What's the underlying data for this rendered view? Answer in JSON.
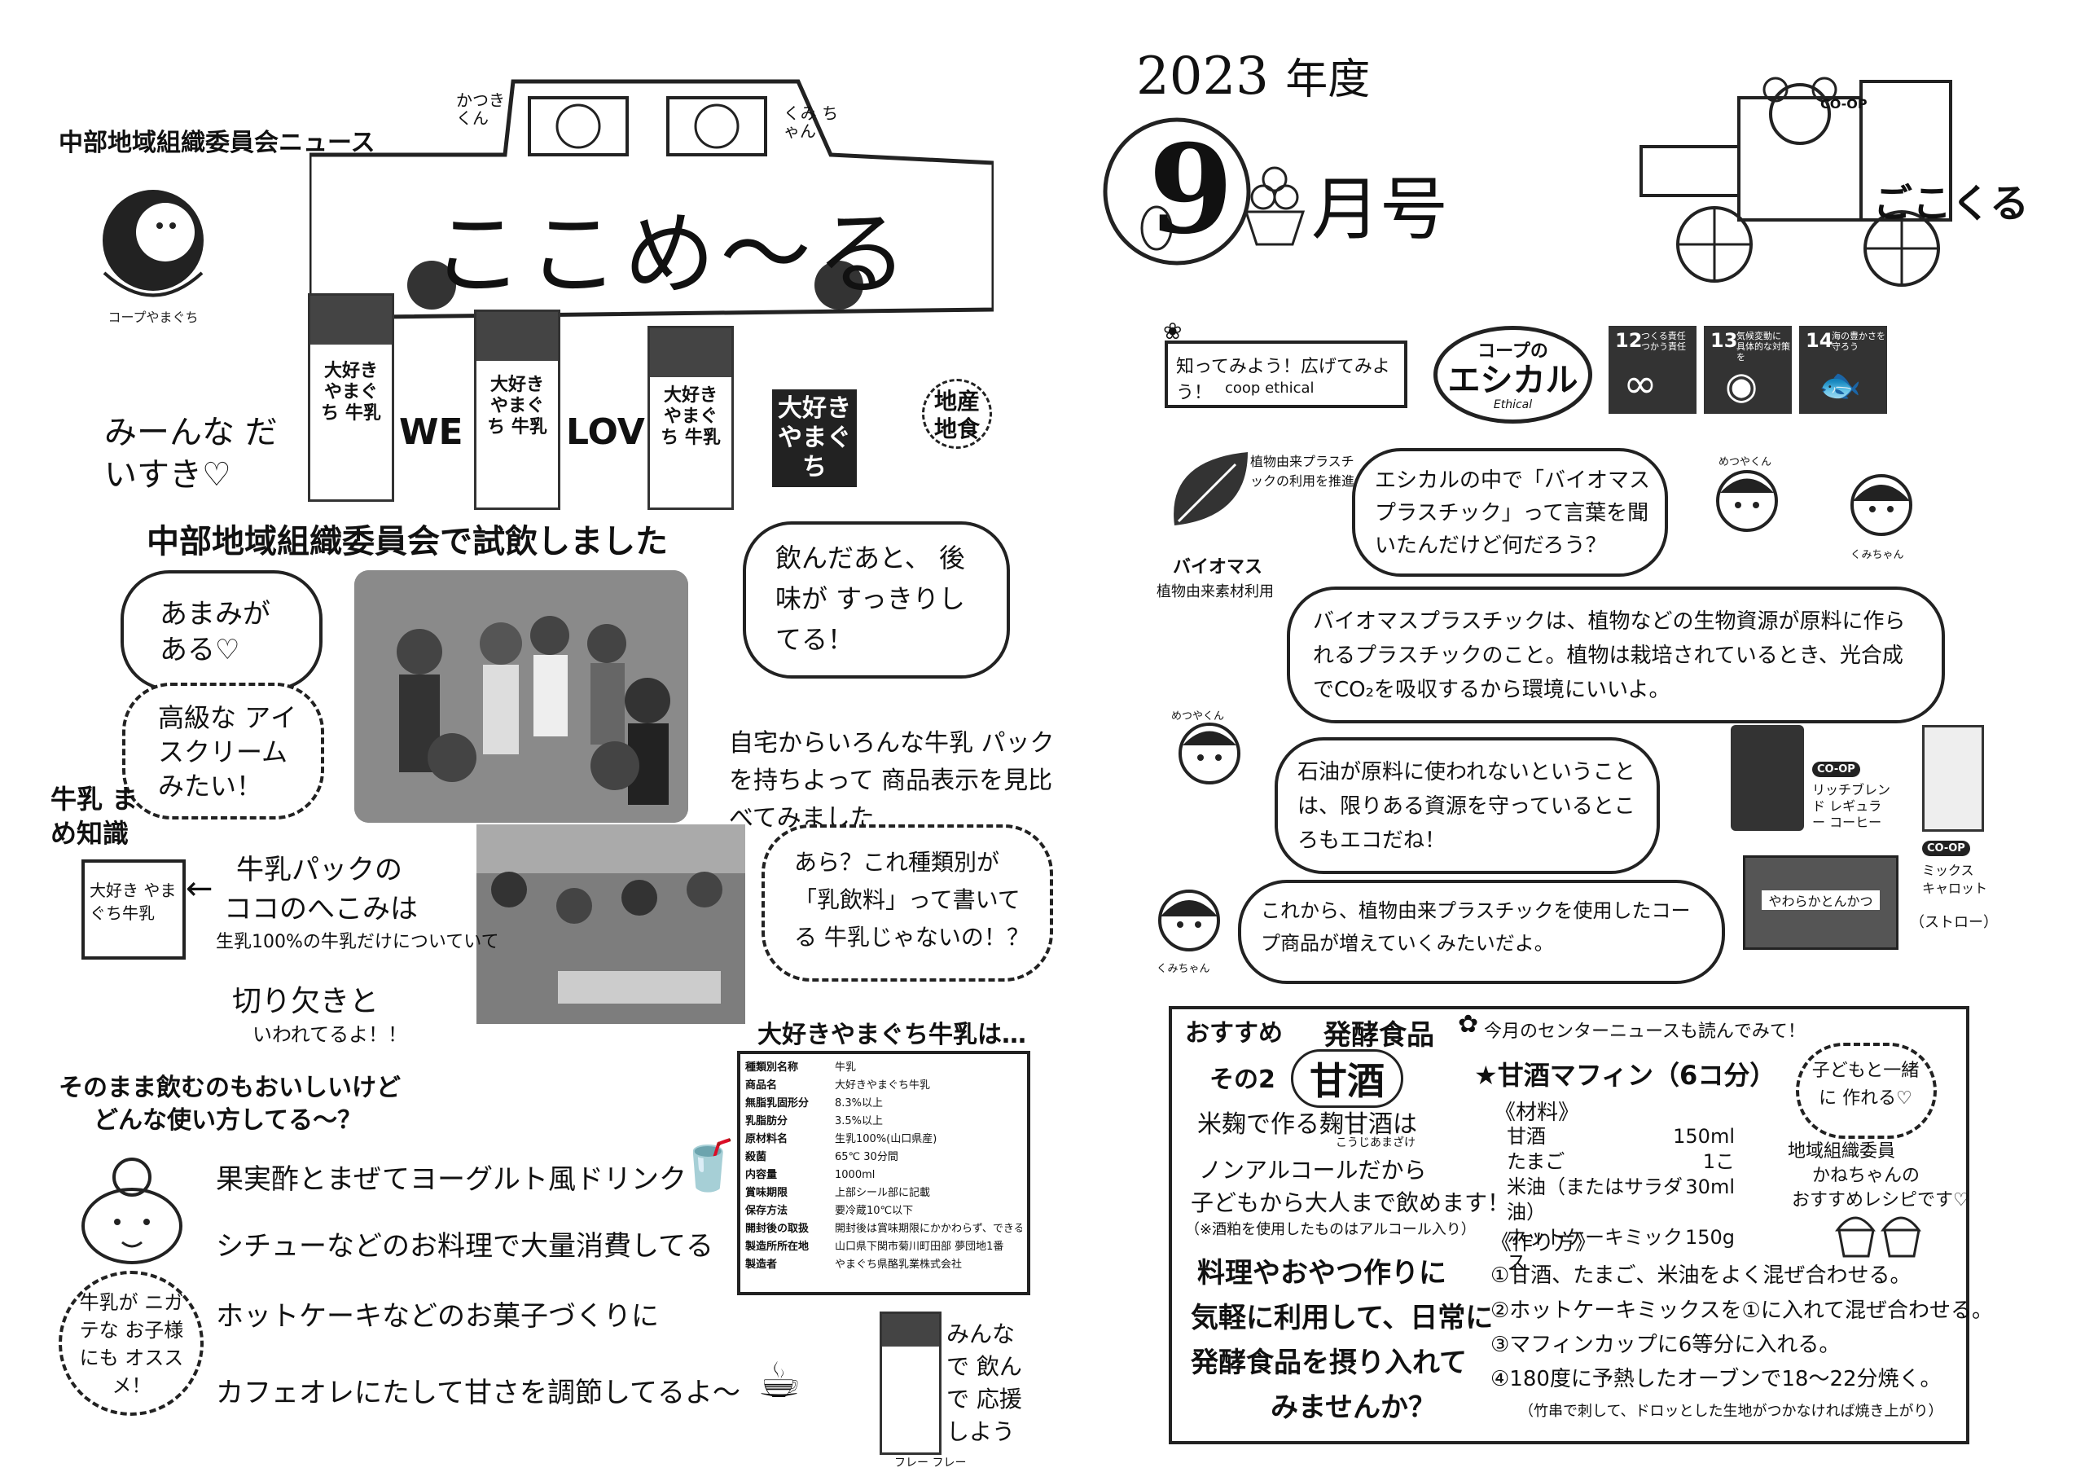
{
  "header": {
    "committee_news": "中部地域組織委員会ニュース",
    "title": "ここめ～る",
    "katsuki_label": "かつき くん",
    "kumi_label": "くみ ちゃん",
    "year": "2023",
    "year_suffix": "年度",
    "month": "9",
    "month_suffix": "月号",
    "truck_logo": "ごこくる",
    "truck_coop": "CO-OP"
  },
  "left": {
    "love_text": "みーんな だいすき♡",
    "we": "WE",
    "love": "LOVE",
    "carton_label": "大好き やまぐち 牛乳",
    "daisuki_badge": "大好き やまぐち",
    "chisan_badge": "地産 地食",
    "tasting_heading": "中部地域組織委員会で試飲しました",
    "bubble_sweet": "あまみが ある♡",
    "bubble_icecream": "高級な アイスクリーム みたい！",
    "bubble_aftertaste": "飲んだあと、 後味が すっきりしてる！",
    "compare_text": "自宅からいろんな牛乳 パックを持ちよって 商品表示を見比べてみました",
    "bubble_type": "あら？これ種類別が 「乳飲料」って書いてる 牛乳じゃないの！？",
    "mame_title": "牛乳 まめ知識",
    "mame_carton": "大好き やまぐち牛乳",
    "mame_line1": "牛乳パックの",
    "mame_line2": "ココのへこみは",
    "mame_line3": "生乳100%の牛乳だけについていて",
    "mame_line4": "切り欠きと",
    "mame_line5": "いわれてるよ！！",
    "label_heading": "大好きやまぐち牛乳は…",
    "label_rows": [
      [
        "種類別名称",
        "牛乳"
      ],
      [
        "商品名",
        "大好きやまぐち牛乳"
      ],
      [
        "無脂乳固形分",
        "8.3%以上"
      ],
      [
        "乳脂肪分",
        "3.5%以上"
      ],
      [
        "原材料名",
        "生乳100%(山口県産)"
      ],
      [
        "殺菌",
        "65℃ 30分間"
      ],
      [
        "内容量",
        "1000ml"
      ],
      [
        "賞味期限",
        "上部シール部に記載"
      ],
      [
        "保存方法",
        "要冷蔵10℃以下"
      ],
      [
        "開封後の取扱",
        "開封後は賞味期限にかかわらず、できるだけ早くお飲みください。"
      ],
      [
        "製造所所在地",
        "山口県下関市菊川町田部 夢団地1番"
      ],
      [
        "製造者",
        "やまぐち県酪乳業株式会社"
      ]
    ],
    "usage_heading1": "そのまま飲むのもおいしいけど",
    "usage_heading2": "どんな使い方してる～？",
    "usage_items": [
      "果実酢とまぜてヨーグルト風ドリンク",
      "シチューなどのお料理で大量消費してる",
      "ホットケーキなどのお菓子づくりに",
      "カフェオレにたして甘さを調節してるよ～"
    ],
    "bubble_kids": "牛乳が ニガテな お子様にも オススメ！",
    "cheer": "みんなで 飲んで 応援しよう",
    "fure": "フレー フレー"
  },
  "right": {
    "shitte_text": "知ってみよう！広げてみよう！",
    "coop_ethical": "coop ethical",
    "ethical_logo1": "コープの",
    "ethical_logo2": "エシカル",
    "ethical_logo3": "Ethical",
    "sdgs": [
      {
        "num": "12",
        "text": "つくる責任 つかう責任"
      },
      {
        "num": "13",
        "text": "気候変動に 具体的な対策を"
      },
      {
        "num": "14",
        "text": "海の豊かさを 守ろう"
      }
    ],
    "bio_desc": "植物由来プラスチックの利用を推進",
    "bio_title": "バイオマス",
    "bio_sub": "植物由来素材利用",
    "q_bubble": "エシカルの中で「バイオマスプラスチック」って言葉を聞いたんだけど何だろう？",
    "a_bubble": "バイオマスプラスチックは、植物などの生物資源が原料に作られるプラスチックのこと。植物は栽培されているとき、光合成でCO₂を吸収するから環境にいいよ。",
    "eco_bubble": "石油が原料に使われないということは、限りある資源を守っているところもエコだね！",
    "future_bubble": "これから、植物由来プラスチックを使用したコープ商品が増えていくみたいだよ。",
    "katsuki": "めつやくん",
    "kumi": "くみちゃん",
    "coffee_name": "リッチブレンド レギュラー コーヒー",
    "carrot_name": "ミックス キャロット",
    "carrot_note": "（ストロー）",
    "tonkatsu": "やわらかとんかつ",
    "coop_tag": "CO-OP",
    "rec_title": "おすすめ",
    "rec_food": "発酵食品",
    "rec_no": "その2",
    "amazake": "甘酒",
    "koji_text": "米麹で作る麹甘酒は",
    "koji_ruby": "こうじあまざけ",
    "nonalc1": "ノンアルコールだから",
    "nonalc2": "子どもから大人まで飲めます！",
    "nonalc3": "（※酒粕を使用したものはアルコール入り）",
    "promo1": "料理やおやつ作りに",
    "promo2": "気軽に利用して、日常に",
    "promo3": "発酵食品を摂り入れて",
    "promo4": "みませんか？",
    "center_news": "今月のセンターニュースも読んでみて！",
    "muffin_title": "★甘酒マフィン（6コ分）",
    "kids_bubble": "子どもと一緒に 作れる♡",
    "materials_head": "《材料》",
    "materials": [
      [
        "甘酒",
        "150ml"
      ],
      [
        "たまご",
        "1こ"
      ],
      [
        "米油（またはサラダ油）",
        "30ml"
      ],
      [
        "ホットケーキミックス",
        "150g"
      ]
    ],
    "kanechan1": "地域組織委員",
    "kanechan2": "かねちゃんの",
    "kanechan3": "おすすめレシピです♡",
    "method_head": "《作り方》",
    "steps": [
      "①甘酒、たまご、米油をよく混ぜ合わせる。",
      "②ホットケーキミックスを①に入れて混ぜ合わせる。",
      "③マフィンカップに6等分に入れる。",
      "④180度に予熱したオーブンで18～22分焼く。"
    ],
    "note": "（竹串で刺して、ドロッとした生地がつかなければ焼き上がり）"
  }
}
